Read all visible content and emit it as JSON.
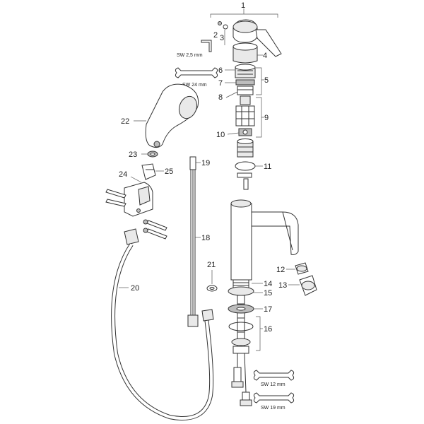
{
  "labels": {
    "p1": "1",
    "p2": "2",
    "p3": "3",
    "p4": "4",
    "p5": "5",
    "p6": "6",
    "p7": "7",
    "p8": "8",
    "p9": "9",
    "p10": "10",
    "p11": "11",
    "p12": "12",
    "p13": "13",
    "p14": "14",
    "p15": "15",
    "p16": "16",
    "p17": "17",
    "p18": "18",
    "p19": "19",
    "p20": "20",
    "p21": "21",
    "p22": "22",
    "p23": "23",
    "p24": "24",
    "p25": "25"
  },
  "tools": {
    "hex_key": "SW 2,5 mm",
    "wrench_24": "SW 24 mm",
    "wrench_12": "SW 12 mm",
    "wrench_19": "SW 19 mm"
  }
}
